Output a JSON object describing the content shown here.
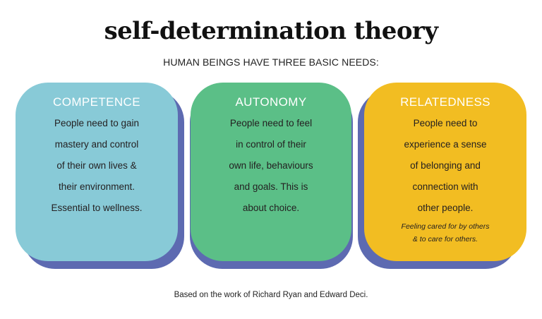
{
  "title": "self-determination theory",
  "subtitle": "HUMAN BEINGS HAVE THREE BASIC NEEDS:",
  "colors": {
    "competence": "#88cad7",
    "autonomy": "#5bbf87",
    "relatedness": "#f2bd22",
    "shadow": "#5d6ab1"
  },
  "cards": [
    {
      "title": "COMPETENCE",
      "lines": [
        "People need to gain",
        "mastery and control",
        "of their own lives &",
        "their environment.",
        "Essential to wellness."
      ],
      "notes": []
    },
    {
      "title": "AUTONOMY",
      "lines": [
        "People need to feel",
        "in control of their",
        "own life, behaviours",
        "and goals. This is",
        "about choice."
      ],
      "notes": []
    },
    {
      "title": "RELATEDNESS",
      "lines": [
        "People need to",
        "experience a sense",
        "of belonging and",
        "connection with",
        "other people."
      ],
      "notes": [
        "Feeling cared for by others",
        "& to care for others."
      ]
    }
  ],
  "footer": "Based on the work of Richard Ryan and Edward Deci."
}
